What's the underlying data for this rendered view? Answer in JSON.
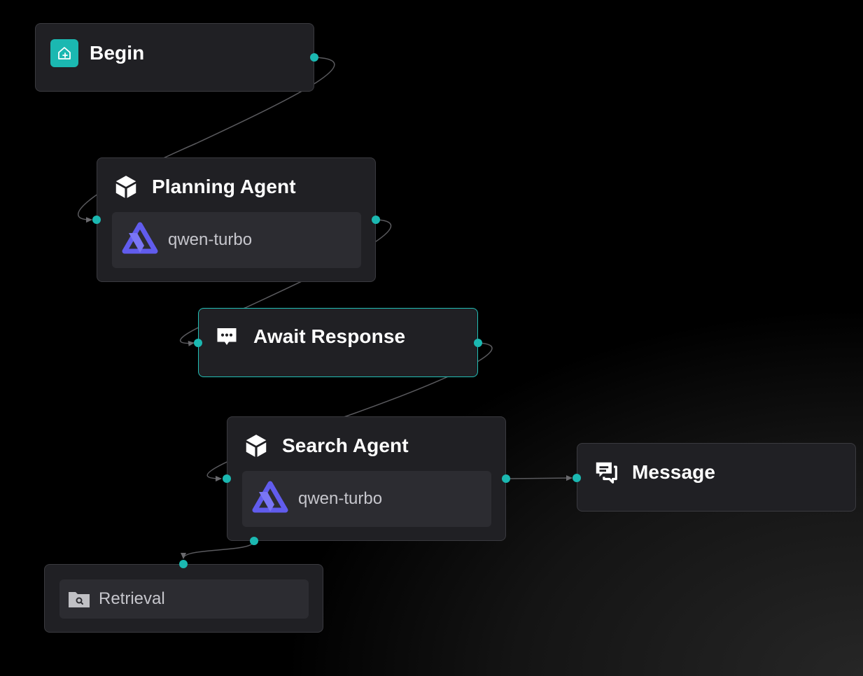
{
  "colors": {
    "accent": "#1bb8b1",
    "node_bg": "#202024",
    "node_border": "#3a3a3f",
    "selected_border": "#22bfb6",
    "model_row_bg": "#2c2c31",
    "edge": "#5a5a5e",
    "qwen_icon": "#615ced"
  },
  "nodes": {
    "begin": {
      "title": "Begin",
      "icon": "home-plus-icon"
    },
    "planning_agent": {
      "title": "Planning Agent",
      "icon": "agent-cube-icon",
      "model": "qwen-turbo",
      "model_icon": "qwen-logo-icon"
    },
    "await_response": {
      "title": "Await Response",
      "icon": "chat-dots-icon",
      "selected": true
    },
    "search_agent": {
      "title": "Search Agent",
      "icon": "agent-cube-icon",
      "model": "qwen-turbo",
      "model_icon": "qwen-logo-icon"
    },
    "message": {
      "title": "Message",
      "icon": "message-bubbles-icon"
    },
    "retrieval": {
      "tool": "Retrieval",
      "icon": "folder-search-icon"
    }
  },
  "edges": [
    {
      "from": "begin",
      "to": "planning_agent"
    },
    {
      "from": "planning_agent",
      "to": "await_response"
    },
    {
      "from": "await_response",
      "to": "search_agent"
    },
    {
      "from": "search_agent",
      "to": "message"
    },
    {
      "from": "search_agent",
      "to": "retrieval"
    }
  ]
}
